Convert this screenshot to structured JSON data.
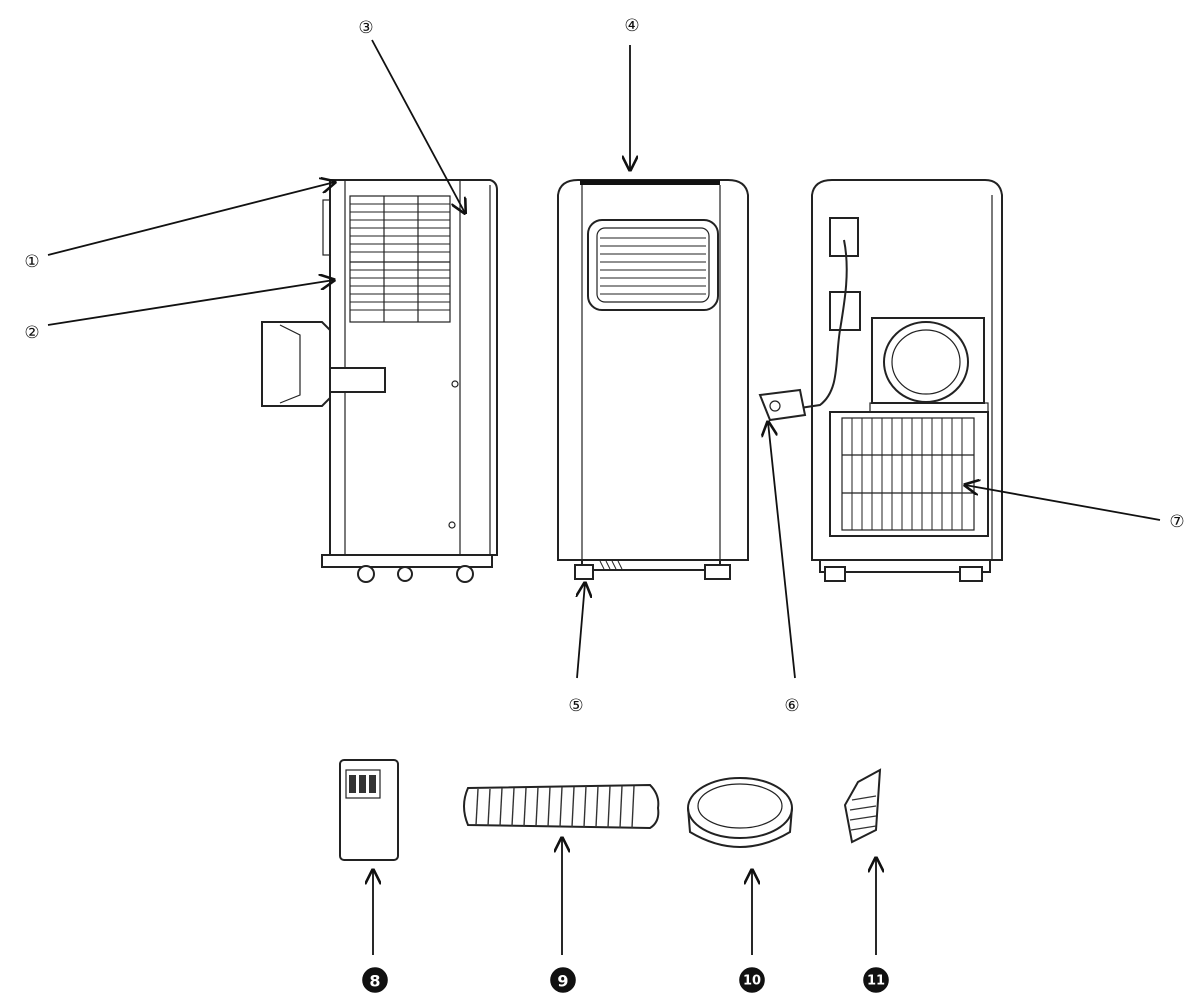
{
  "callouts": [
    {
      "id": "1",
      "label": "①",
      "style": "outline"
    },
    {
      "id": "2",
      "label": "②",
      "style": "outline"
    },
    {
      "id": "3",
      "label": "③",
      "style": "outline"
    },
    {
      "id": "4",
      "label": "④",
      "style": "outline"
    },
    {
      "id": "5",
      "label": "⑤",
      "style": "outline"
    },
    {
      "id": "6",
      "label": "⑥",
      "style": "outline"
    },
    {
      "id": "7",
      "label": "⑦",
      "style": "outline"
    },
    {
      "id": "8",
      "label": "8",
      "style": "solid"
    },
    {
      "id": "9",
      "label": "9",
      "style": "solid"
    },
    {
      "id": "10",
      "label": "10",
      "style": "solid"
    },
    {
      "id": "11",
      "label": "11",
      "style": "solid"
    }
  ]
}
